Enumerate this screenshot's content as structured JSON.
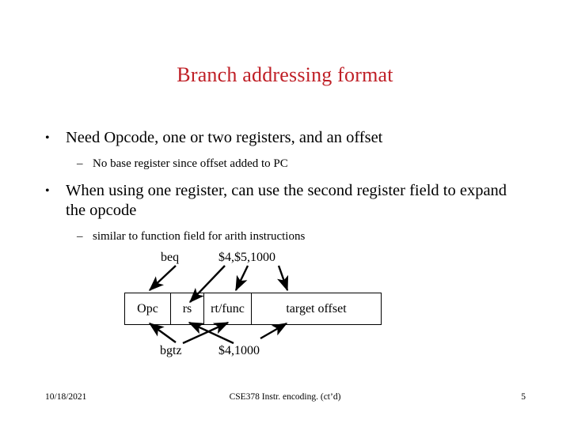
{
  "slide": {
    "title": "Branch addressing format",
    "title_color": "#bf1f26",
    "background_color": "#ffffff",
    "text_color": "#000000"
  },
  "body": {
    "bullets": [
      {
        "level": 1,
        "marker": "•",
        "text": "Need Opcode, one or two registers, and an offset"
      },
      {
        "level": 2,
        "marker": "–",
        "text": "No base register since offset added to PC"
      },
      {
        "level": 1,
        "marker": "•",
        "text": "When using one register, can use the second register field to expand the opcode"
      },
      {
        "level": 2,
        "marker": "–",
        "text": "similar to function field for arith instructions"
      }
    ]
  },
  "diagram": {
    "top_labels": {
      "instruction": "beq",
      "operands": "$4,$5,1000"
    },
    "bottom_labels": {
      "instruction": "bgtz",
      "operands": "$4,1000"
    },
    "fields": [
      {
        "name": "opcode",
        "label": "Opc"
      },
      {
        "name": "rs",
        "label": "rs"
      },
      {
        "name": "rt-func",
        "label": "rt/func"
      },
      {
        "name": "target-offset",
        "label": "target offset"
      }
    ]
  },
  "footer": {
    "date": "10/18/2021",
    "center": "CSE378 Instr. encoding. (ct’d)",
    "page_number": "5"
  }
}
